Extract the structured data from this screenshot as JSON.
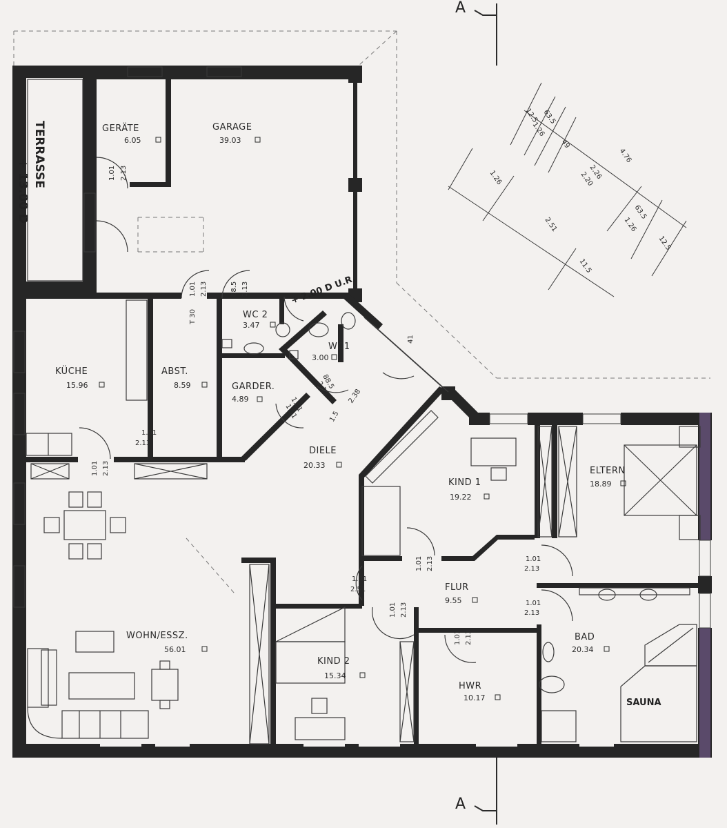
{
  "colors": {
    "paper": "#f3f1ef",
    "wall": "#262626",
    "line": "#3a3a3a",
    "accent_wall": "#5a4a6a"
  },
  "rooms": {
    "terrasse": {
      "name": "TERRASSE",
      "area": "+ 13.00 D"
    },
    "geraete": {
      "name": "GERÄTE",
      "area": "6.05"
    },
    "garage": {
      "name": "GARAGE",
      "area": "39.03"
    },
    "wc2": {
      "name": "WC 2",
      "area": "3.47"
    },
    "wc1": {
      "name": "WC1",
      "area": "3.00"
    },
    "kueche": {
      "name": "KÜCHE",
      "area": "15.96"
    },
    "abst": {
      "name": "ABST.",
      "area": "8.59"
    },
    "garder": {
      "name": "GARDER.",
      "area": "4.89"
    },
    "diele": {
      "name": "DIELE",
      "area": "20.33"
    },
    "kind1": {
      "name": "KIND 1",
      "area": "19.22"
    },
    "eltern": {
      "name": "ELTERN",
      "area": "18.89"
    },
    "wohn": {
      "name": "WOHN/ESSZ.",
      "area": "56.01"
    },
    "flur": {
      "name": "FLUR",
      "area": "9.55"
    },
    "bad": {
      "name": "BAD",
      "area": "20.34"
    },
    "kind2": {
      "name": "KIND 2",
      "area": "15.34"
    },
    "hwr": {
      "name": "HWR",
      "area": "10.17"
    },
    "sauna": {
      "name": "SAUNA"
    }
  },
  "door_dims": {
    "geraete": {
      "w": "1.01",
      "h": "2.13"
    },
    "garage": {
      "w": "1.01",
      "h": "2.13"
    },
    "wc2": {
      "w": "88.5",
      "h": "2.13"
    },
    "wc1": {
      "w": "88.5",
      "h": "2.13"
    },
    "abst": {
      "w": "1.01",
      "h": "2.13"
    },
    "kueche": {
      "w": "1.01",
      "h": "2.13"
    },
    "garder": {
      "w": "1.01",
      "h": "1.51"
    },
    "kind1": {
      "w": "1.01",
      "h": "2.13"
    },
    "eltern": {
      "w": "1.01",
      "h": "2.13"
    },
    "bad": {
      "w": "1.01",
      "h": "2.13"
    },
    "diele_wohn": {
      "w": "1.01",
      "h": "2.51"
    },
    "kind2": {
      "w": "1.01",
      "h": "2.13"
    },
    "hwr": {
      "w": "1.01",
      "h": "2.13"
    }
  },
  "labels": {
    "t30": "T 30",
    "handnote": "+ 2.00 D U.R.",
    "dim_238": "2.38",
    "dim_41": "41",
    "dim_15": "1.5",
    "section_mark": "A"
  },
  "dimension_lines": {
    "d1": "4.76",
    "d2": "2.26",
    "d3": "2.20",
    "d4": "1.26",
    "d5": "2.51",
    "d6": "1.26",
    "d7": "63.5",
    "d8": "63.5",
    "d9": "1.26",
    "d10": "12.5",
    "d11": "12.5",
    "d12": "49",
    "d13": "11.5"
  }
}
